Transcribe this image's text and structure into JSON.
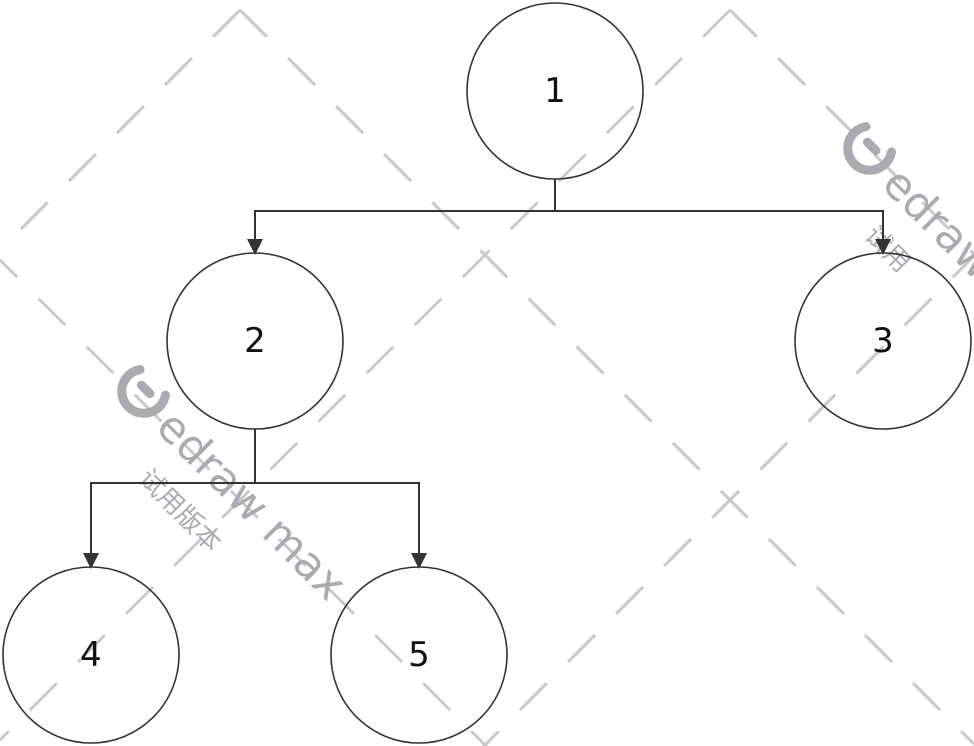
{
  "diagram": {
    "nodes": [
      {
        "id": "n1",
        "label": "1"
      },
      {
        "id": "n2",
        "label": "2"
      },
      {
        "id": "n3",
        "label": "3"
      },
      {
        "id": "n4",
        "label": "4"
      },
      {
        "id": "n5",
        "label": "5"
      }
    ],
    "edges": [
      {
        "from": "n1",
        "to": "n2"
      },
      {
        "from": "n1",
        "to": "n3"
      },
      {
        "from": "n2",
        "to": "n4"
      },
      {
        "from": "n2",
        "to": "n5"
      }
    ]
  },
  "watermark": {
    "brand": "edraw max",
    "brand_partial": "edraw",
    "trial": "试用版本",
    "trial_partial": "试用",
    "color": "#a9abb0"
  },
  "colors": {
    "stroke": "#333333",
    "text": "#111111",
    "background": "#ffffff"
  }
}
